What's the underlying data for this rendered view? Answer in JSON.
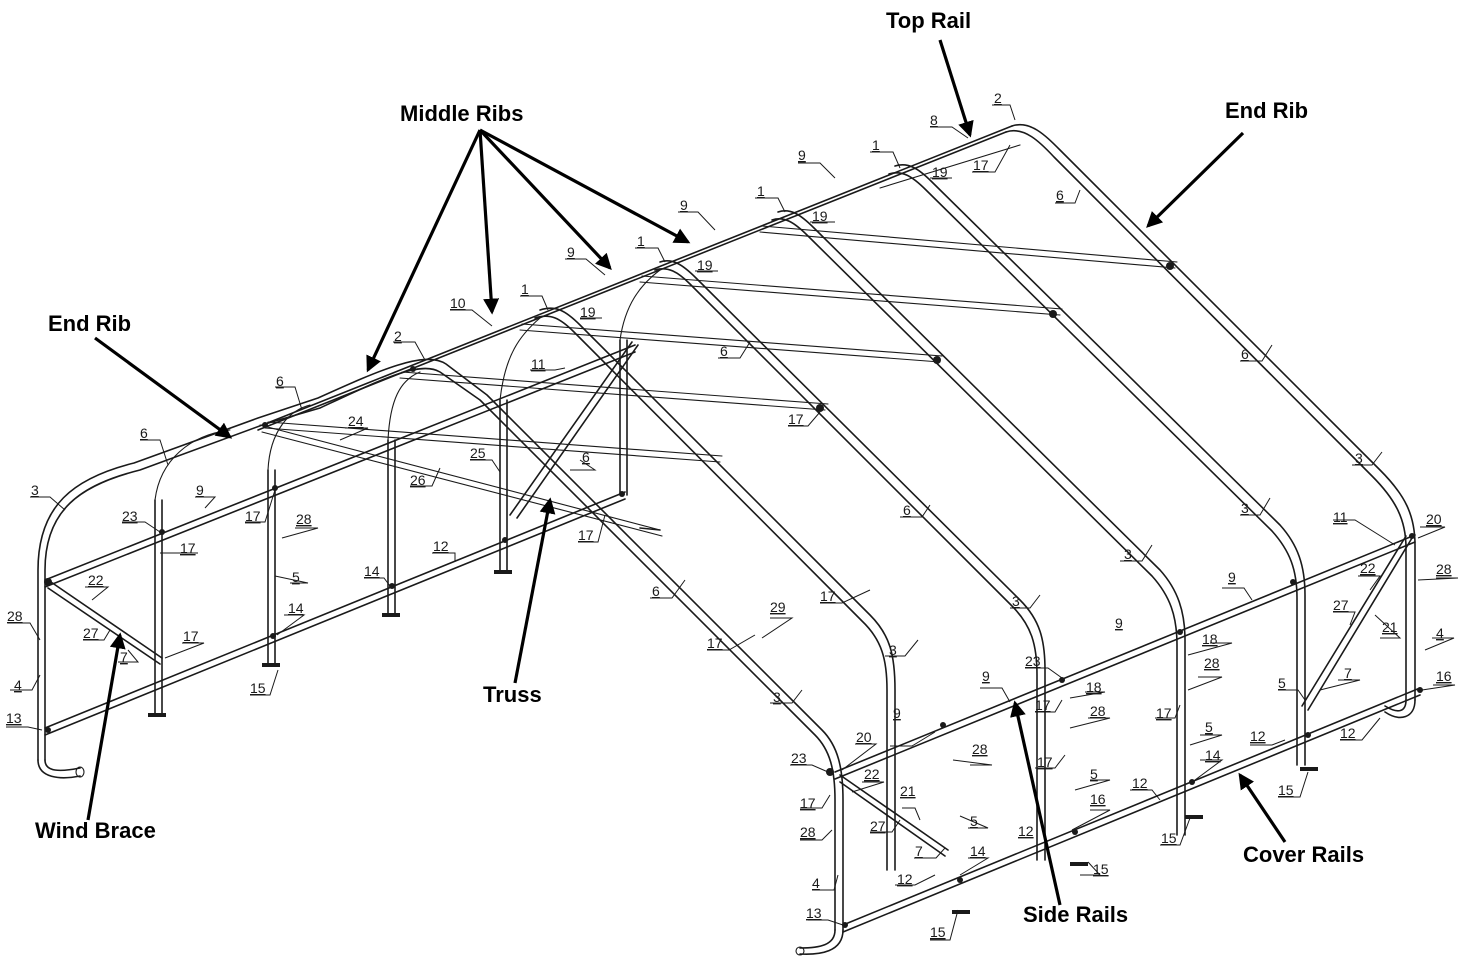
{
  "callouts": {
    "top_rail": "Top Rail",
    "middle_ribs": "Middle Ribs",
    "end_rib_right": "End Rib",
    "end_rib_left": "End Rib",
    "truss": "Truss",
    "wind_brace": "Wind Brace",
    "side_rails": "Side Rails",
    "cover_rails": "Cover Rails"
  },
  "parts": [
    "1",
    "2",
    "3",
    "4",
    "5",
    "6",
    "7",
    "8",
    "9",
    "10",
    "11",
    "12",
    "13",
    "14",
    "15",
    "16",
    "17",
    "18",
    "19",
    "20",
    "21",
    "22",
    "23",
    "24",
    "25",
    "26",
    "27",
    "28",
    "29"
  ],
  "colors": {
    "line": "#1a1a1a",
    "background": "#ffffff"
  }
}
